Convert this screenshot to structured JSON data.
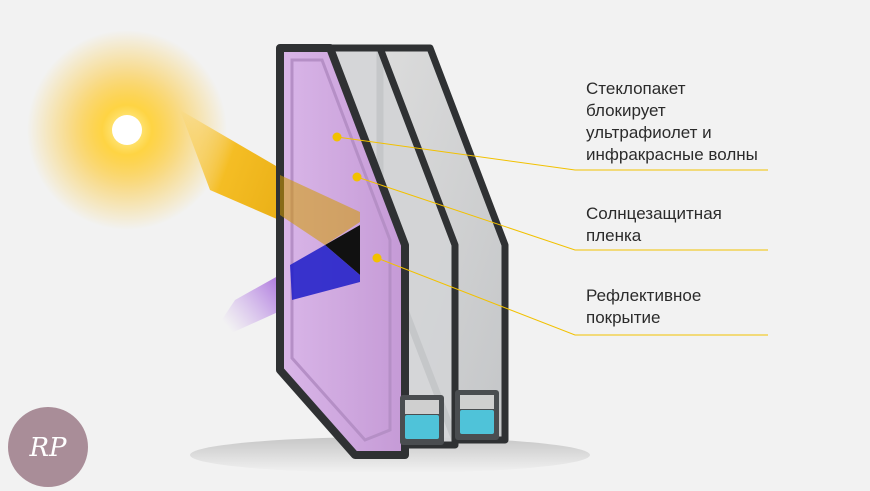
{
  "callouts": [
    {
      "id": "uv-ir-block",
      "text": "Стеклопакет\nблокирует\nультрафиолет и\nинфракрасные волны"
    },
    {
      "id": "sun-film",
      "text": "Солнцезащитная\nпленка"
    },
    {
      "id": "reflective",
      "text": "Рефлективное\nпокрытие"
    }
  ],
  "logo": {
    "text": "RP"
  },
  "colors": {
    "background": "#f2f2f2",
    "sun": "#ffd23a",
    "beam_yellow": "#f5b400",
    "beam_violet": "#9a55d8",
    "glass_tint": "#d7b4e6",
    "frame": "#3a3d40",
    "leader": "#f2c100",
    "desiccant": "#4fc3d9",
    "logo_bg": "#a98d98"
  }
}
